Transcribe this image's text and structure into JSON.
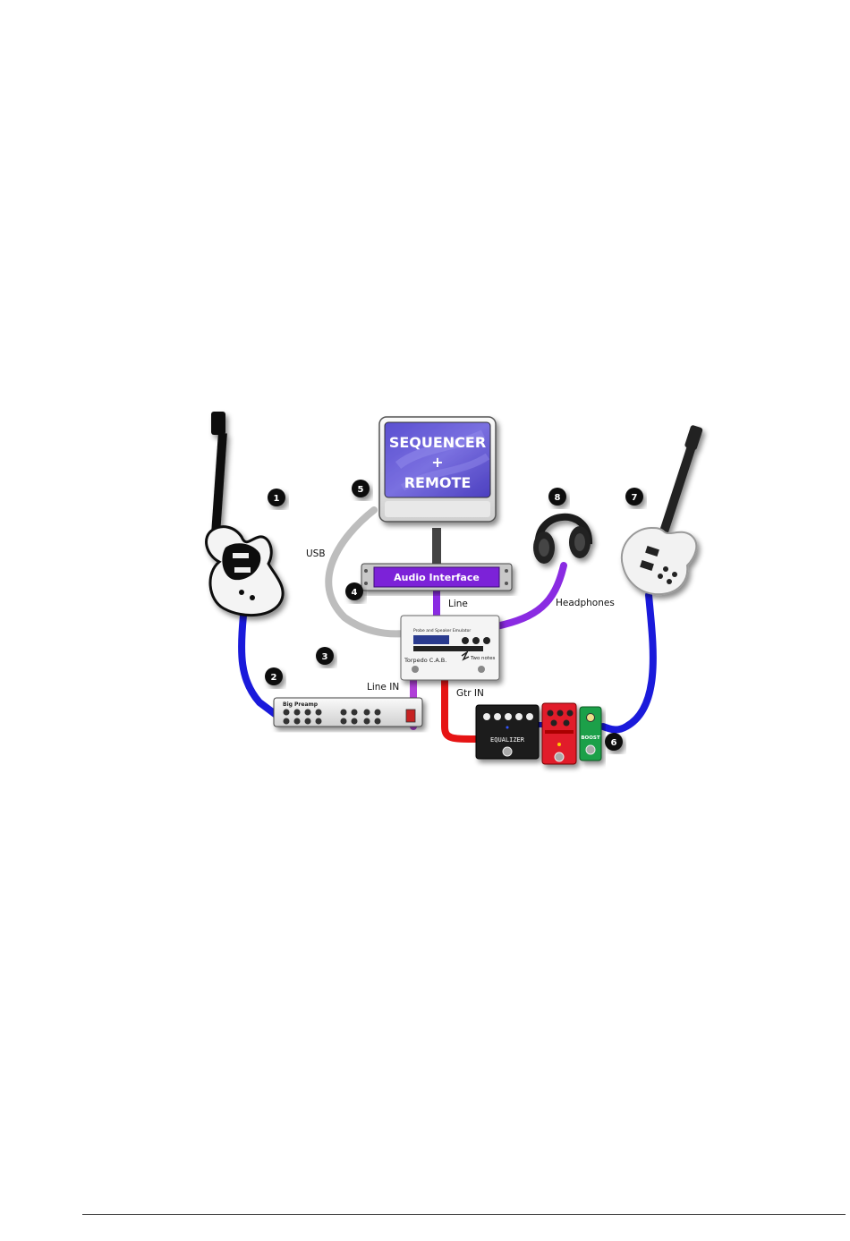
{
  "monitor": {
    "line1": "SEQUENCER",
    "line2": "+",
    "line3": "REMOTE"
  },
  "audio_interface": {
    "label": "Audio Interface"
  },
  "torpedo": {
    "panel_label": "Probe and Speaker Emulator",
    "model": "Torpedo C.A.B.",
    "brand": "Two notes"
  },
  "preamp": {
    "label": "Big Preamp"
  },
  "pedals": {
    "equalizer": "EQUALIZER",
    "boost": "BOOST"
  },
  "connections": {
    "usb": "USB",
    "line": "Line",
    "headphones": "Headphones",
    "line_in": "Line IN",
    "gtr_in": "Gtr IN"
  },
  "badges": [
    "1",
    "2",
    "3",
    "4",
    "5",
    "6",
    "7",
    "8"
  ],
  "colors": {
    "cable_blue": "#1a1adb",
    "cable_purple": "#8a2be2",
    "cable_grey": "#bdbdbd",
    "cable_red": "#e61414",
    "monitor_screen": "#6a5acd",
    "interface_purple": "#7b22d8"
  }
}
